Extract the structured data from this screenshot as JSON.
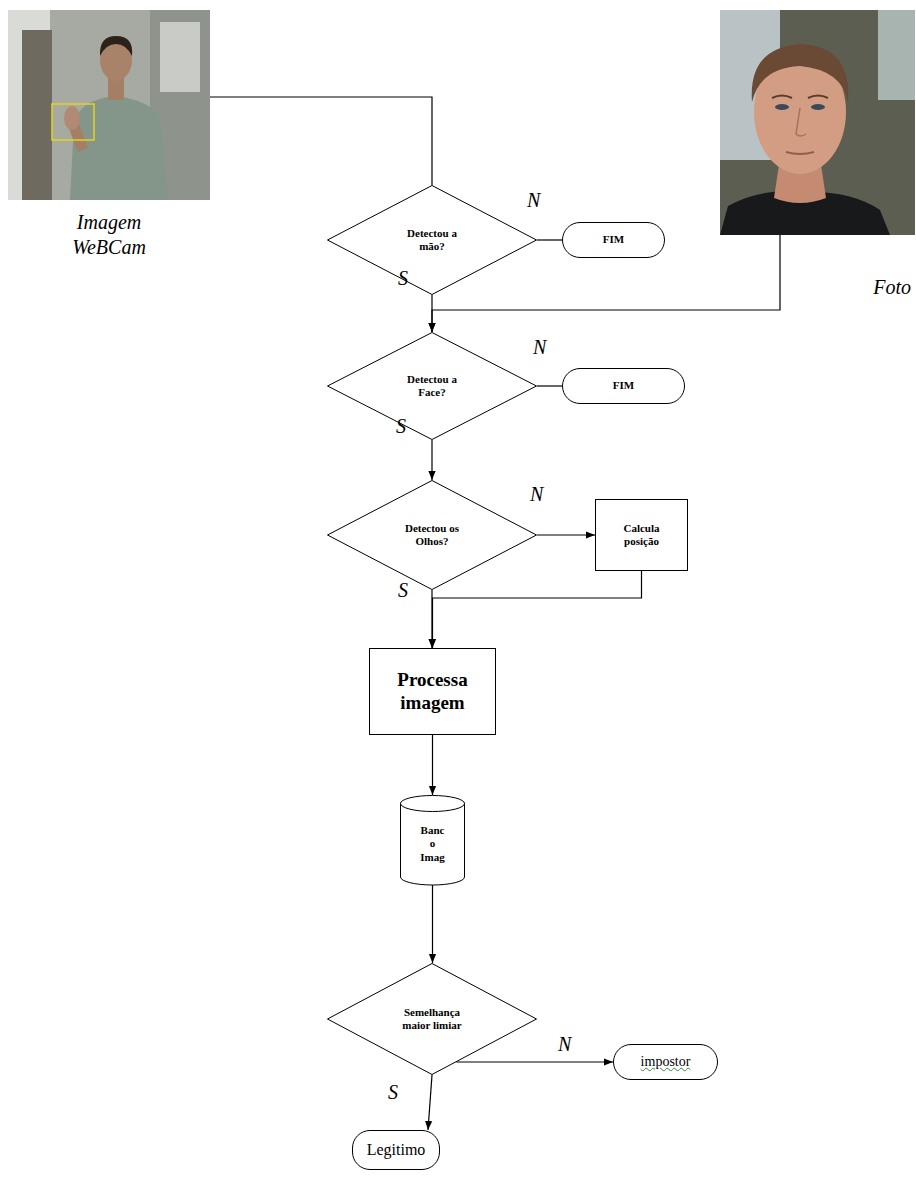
{
  "diagram": {
    "nodes": [
      {
        "text": [
          "Imagem WeBCam"
        ]
      },
      {
        "text": [
          "Foto"
        ]
      },
      {
        "text": [
          "Detectou a mão?"
        ]
      },
      {
        "text": [
          "FIM"
        ]
      },
      {
        "text": [
          "Detectou a Face?"
        ]
      },
      {
        "text": [
          "FIM"
        ]
      },
      {
        "text": [
          "Detectou os Olhos?"
        ]
      },
      {
        "text": [
          "Calcula posição"
        ]
      },
      {
        "text": [
          "Processa imagem"
        ]
      },
      {
        "text": [
          "Banc o Imag"
        ]
      },
      {
        "text": [
          "Semelhança maior limiar"
        ]
      },
      {
        "text": [
          "impostor"
        ]
      },
      {
        "text": [
          "Legitimo"
        ]
      }
    ],
    "edges": [
      {
        "from": 0,
        "to": 2,
        "arrow": "none"
      },
      {
        "from": 2,
        "to": 3,
        "label": "N",
        "arrow": "none"
      },
      {
        "from": 2,
        "to": 4,
        "label": "S",
        "arrow": "to"
      },
      {
        "from": 1,
        "to": 4,
        "arrow": "to"
      },
      {
        "from": 4,
        "to": 5,
        "label": "N",
        "arrow": "none"
      },
      {
        "from": 4,
        "to": 6,
        "label": "S",
        "arrow": "to"
      },
      {
        "from": 6,
        "to": 7,
        "label": "N",
        "arrow": "to"
      },
      {
        "from": 6,
        "to": 8,
        "label": "S",
        "arrow": "to"
      },
      {
        "from": 7,
        "to": 8,
        "arrow": "to"
      },
      {
        "from": 8,
        "to": 9,
        "arrow": "to"
      },
      {
        "from": 9,
        "to": 10,
        "arrow": "to"
      },
      {
        "from": 10,
        "to": 11,
        "label": "N",
        "arrow": "to"
      },
      {
        "from": 10,
        "to": 12,
        "label": "S",
        "arrow": "to"
      }
    ]
  }
}
